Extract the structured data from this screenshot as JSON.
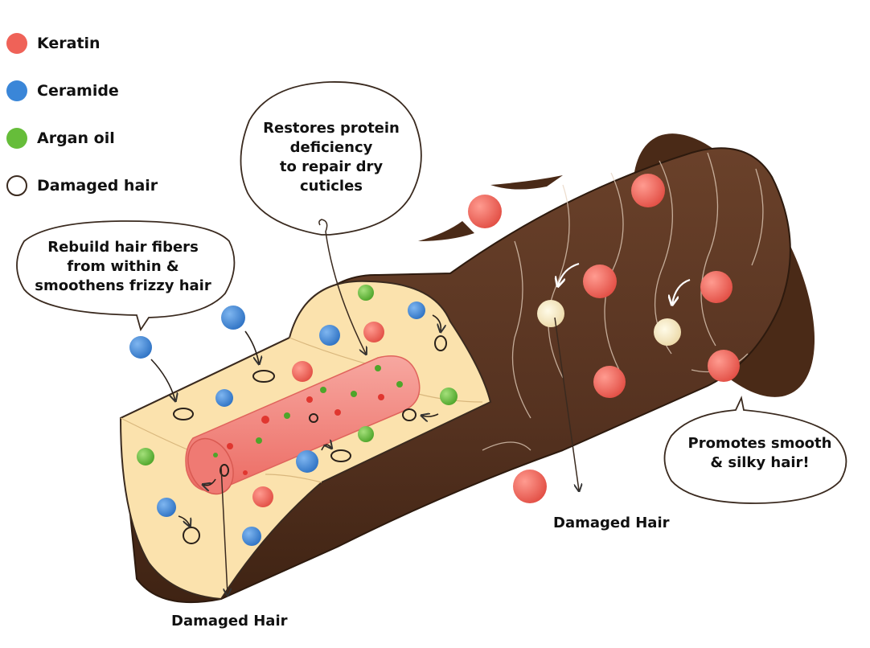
{
  "legend": [
    {
      "label": "Keratin",
      "color": "#ef6258"
    },
    {
      "label": "Ceramide",
      "color": "#3a86d8"
    },
    {
      "label": "Argan oil",
      "color": "#66bd3a"
    },
    {
      "label": "Damaged hair",
      "color": "#ffffff"
    }
  ],
  "bubbles": {
    "protein": [
      "Restores protein",
      "deficiency",
      "to repair dry",
      "cuticles"
    ],
    "rebuild": [
      "Rebuild hair fibers",
      "from within &",
      "smoothens frizzy hair"
    ],
    "smooth": [
      "Promotes smooth",
      "& silky hair!"
    ]
  },
  "captions": {
    "damaged_right": "Damaged Hair",
    "damaged_bottom": "Damaged Hair"
  },
  "colors": {
    "hair_outer": "#5a3520",
    "hair_dark": "#40220f",
    "cortex": "#fbe2ad",
    "medulla": "#f28079",
    "outline": "#3a2a1f"
  }
}
